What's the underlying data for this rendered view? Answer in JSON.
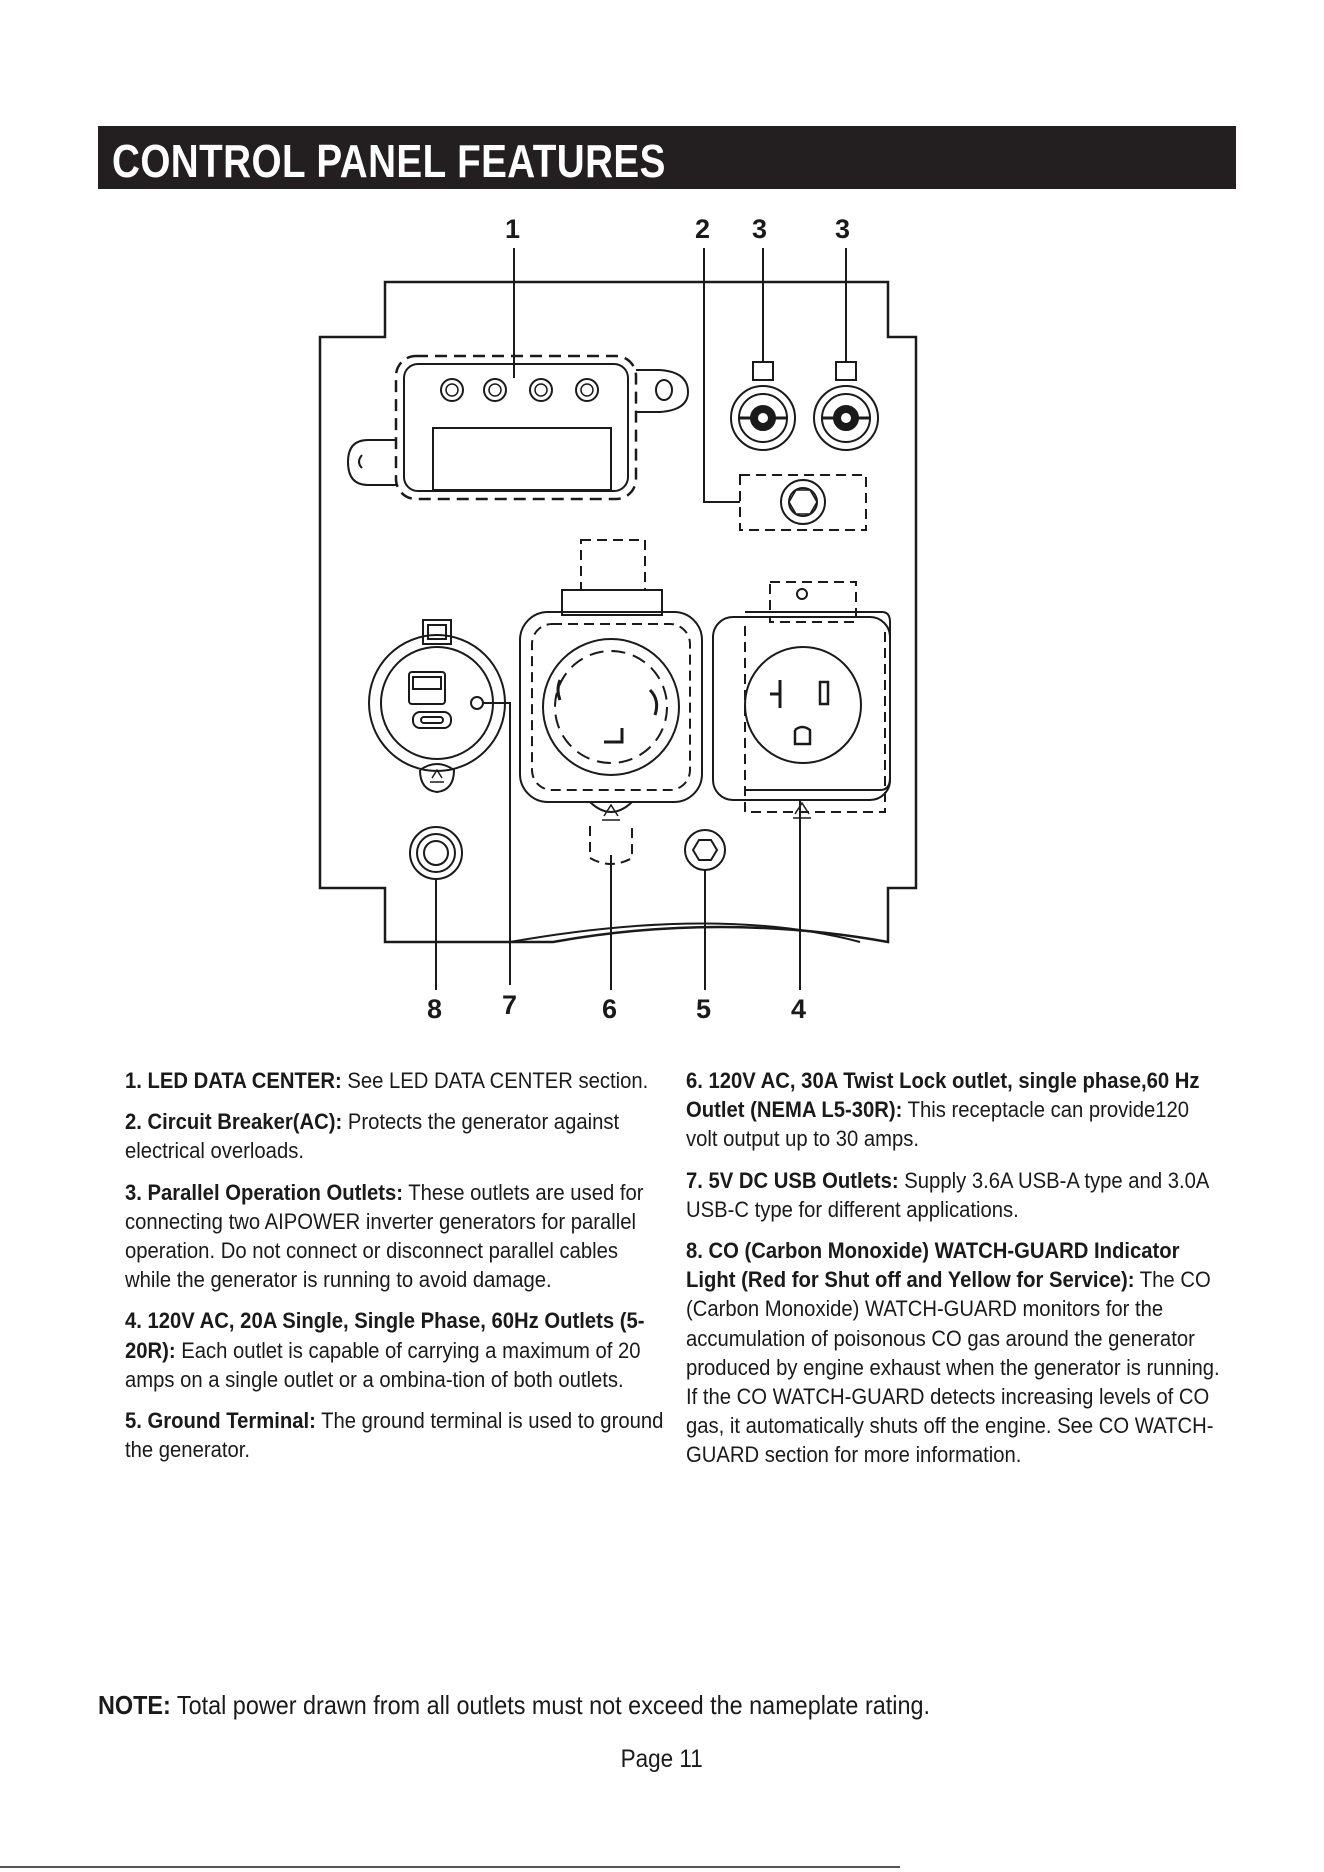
{
  "header": {
    "title": "CONTROL PANEL FEATURES"
  },
  "callouts": {
    "top": [
      "1",
      "2",
      "3",
      "3"
    ],
    "bottom": [
      "8",
      "7",
      "6",
      "5",
      "4"
    ]
  },
  "features_left": [
    {
      "label": "1. LED DATA CENTER:",
      "text": " See LED DATA CENTER section."
    },
    {
      "label": "2. Circuit Breaker(AC):",
      "text": " Protects the generator against electrical overloads."
    },
    {
      "label": "3. Parallel Operation Outlets:",
      "text": " These outlets are used for connecting two AIPOWER inverter generators for parallel operation. Do not connect or disconnect parallel cables while the generator is running to avoid damage."
    },
    {
      "label": "4. 120V AC, 20A Single, Single Phase, 60Hz Outlets (5-20R):",
      "text": " Each outlet is capable of carrying a maximum of 20 amps on a single outlet or a ombina-tion of both outlets."
    },
    {
      "label": "5. Ground Terminal:",
      "text": " The ground terminal is used to ground the generator."
    }
  ],
  "features_right": [
    {
      "label": "6. 120V AC, 30A Twist Lock outlet, single phase,60 Hz Outlet (NEMA L5-30R):",
      "text": " This receptacle can provide120 volt output up to 30 amps."
    },
    {
      "label": "7. 5V DC USB Outlets:",
      "text": " Supply 3.6A USB-A type and 3.0A USB-C type for different applications."
    },
    {
      "label": "8. CO (Carbon Monoxide) WATCH-GUARD Indicator Light (Red for Shut off and Yellow for Service):",
      "text": " The CO (Carbon Monoxide) WATCH-GUARD monitors for the accumulation of poisonous CO gas around the generator produced by engine exhaust when the generator is running. If the CO WATCH-GUARD detects increasing levels of CO gas, it automatically shuts off the engine. See CO WATCH-GUARD section for more information."
    }
  ],
  "note": {
    "label": "NOTE:",
    "text": " Total power drawn from all outlets must not exceed the nameplate rating."
  },
  "footer": {
    "page": "Page 11"
  }
}
